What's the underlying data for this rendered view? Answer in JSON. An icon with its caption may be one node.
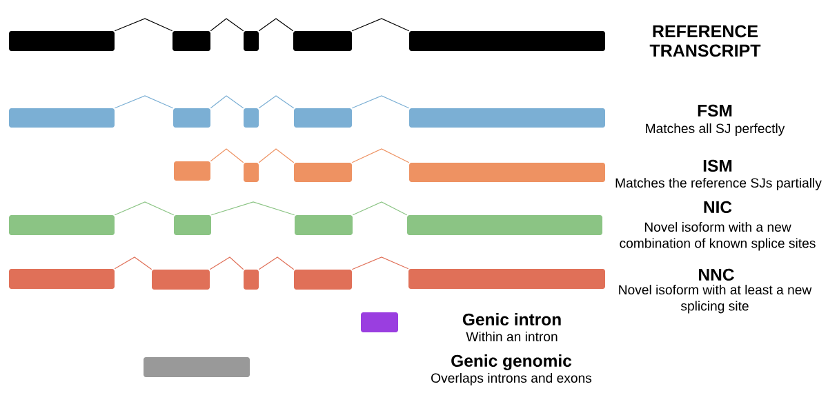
{
  "diagram": {
    "nodes": [
      {
        "text": [],
        "shape": "box"
      },
      {
        "text": [],
        "shape": "box"
      },
      {
        "text": [],
        "shape": "box"
      },
      {
        "text": [],
        "shape": "box"
      },
      {
        "text": [],
        "shape": "box"
      },
      {
        "text": [],
        "shape": "box"
      },
      {
        "text": [],
        "shape": "box"
      },
      {
        "text": [],
        "shape": "box"
      },
      {
        "text": [],
        "shape": "box"
      },
      {
        "text": [],
        "shape": "box"
      },
      {
        "text": [],
        "shape": "box"
      },
      {
        "text": [],
        "shape": "box"
      },
      {
        "text": [],
        "shape": "box"
      },
      {
        "text": [],
        "shape": "box"
      },
      {
        "text": [],
        "shape": "box"
      },
      {
        "text": [],
        "shape": "box"
      },
      {
        "text": [],
        "shape": "box"
      },
      {
        "text": [],
        "shape": "box"
      },
      {
        "text": [],
        "shape": "box"
      },
      {
        "text": [],
        "shape": "box"
      },
      {
        "text": [],
        "shape": "box"
      },
      {
        "text": [],
        "shape": "box"
      },
      {
        "text": [],
        "shape": "box"
      },
      {
        "text": [],
        "shape": "box"
      },
      {
        "text": [],
        "shape": "box"
      }
    ],
    "edges": [
      {
        "from": 0,
        "to": 1,
        "arrow": "none"
      },
      {
        "from": 1,
        "to": 2,
        "arrow": "none"
      },
      {
        "from": 2,
        "to": 3,
        "arrow": "none"
      },
      {
        "from": 3,
        "to": 4,
        "arrow": "none"
      },
      {
        "from": 5,
        "to": 6,
        "arrow": "none",
        "color": "#7bafd4"
      },
      {
        "from": 6,
        "to": 7,
        "arrow": "none",
        "color": "#7bafd4"
      },
      {
        "from": 7,
        "to": 8,
        "arrow": "none",
        "color": "#7bafd4"
      },
      {
        "from": 8,
        "to": 9,
        "arrow": "none",
        "color": "#7bafd4"
      },
      {
        "from": 10,
        "to": 11,
        "arrow": "none",
        "color": "#ee9262"
      },
      {
        "from": 11,
        "to": 12,
        "arrow": "none",
        "color": "#ee9262"
      },
      {
        "from": 12,
        "to": 13,
        "arrow": "none",
        "color": "#ee9262"
      },
      {
        "from": 14,
        "to": 15,
        "arrow": "none",
        "color": "#8bc484"
      },
      {
        "from": 15,
        "to": 16,
        "arrow": "none",
        "color": "#8bc484"
      },
      {
        "from": 16,
        "to": 17,
        "arrow": "none",
        "color": "#8bc484"
      },
      {
        "from": 18,
        "to": 19,
        "arrow": "none",
        "color": "#e07058"
      },
      {
        "from": 19,
        "to": 20,
        "arrow": "none",
        "color": "#e07058"
      },
      {
        "from": 20,
        "to": 21,
        "arrow": "none",
        "color": "#e07058"
      },
      {
        "from": 21,
        "to": 22,
        "arrow": "none",
        "color": "#e07058"
      }
    ],
    "labels": [
      "REFERENCE TRANSCRIPT",
      "FSM",
      "Matches all SJ perfectly",
      "ISM",
      "Matches the reference SJs partially",
      "NIC",
      "Novel isoform with a new combination of known splice sites",
      "NNC",
      "Novel isoform with at least a new splicing site",
      "Genic intron",
      "Within an intron",
      "Genic genomic",
      "Overlaps introns and exons"
    ]
  }
}
